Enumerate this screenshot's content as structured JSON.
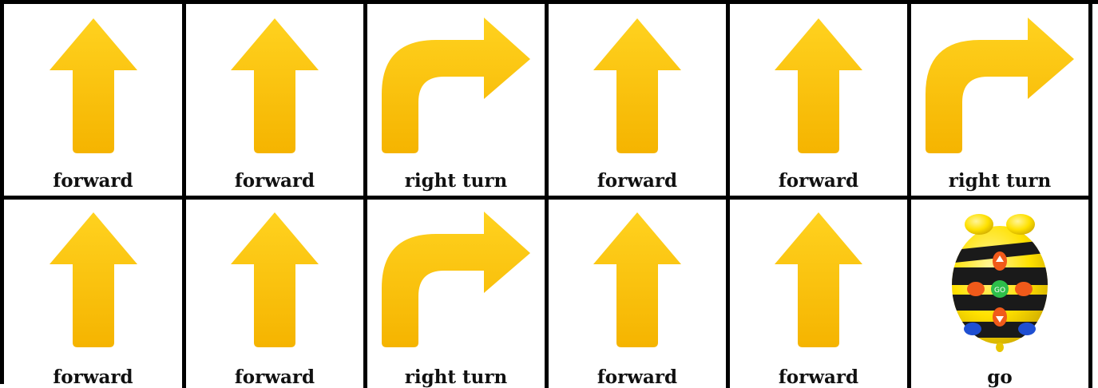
{
  "colors": {
    "arrow_top": "#FFD21F",
    "arrow_bottom": "#F5B400",
    "border": "#000000",
    "bee_yellow": "#FFE100",
    "bee_stripe": "#1A1A1A"
  },
  "cards": [
    {
      "label": "forward",
      "icon": "forward-arrow-icon"
    },
    {
      "label": "forward",
      "icon": "forward-arrow-icon"
    },
    {
      "label": "right turn",
      "icon": "right-turn-arrow-icon"
    },
    {
      "label": "forward",
      "icon": "forward-arrow-icon"
    },
    {
      "label": "forward",
      "icon": "forward-arrow-icon"
    },
    {
      "label": "right turn",
      "icon": "right-turn-arrow-icon"
    },
    {
      "label": "forward",
      "icon": "forward-arrow-icon"
    },
    {
      "label": "forward",
      "icon": "forward-arrow-icon"
    },
    {
      "label": "right turn",
      "icon": "right-turn-arrow-icon"
    },
    {
      "label": "forward",
      "icon": "forward-arrow-icon"
    },
    {
      "label": "forward",
      "icon": "forward-arrow-icon"
    },
    {
      "label": "go",
      "icon": "bee-bot-robot-icon"
    }
  ]
}
